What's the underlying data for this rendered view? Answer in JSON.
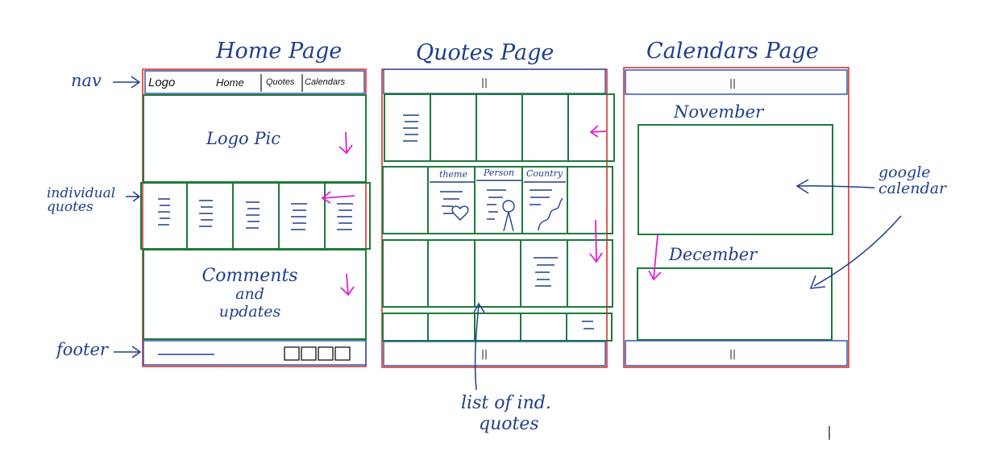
{
  "titles": {
    "home": "Home Page",
    "quotes": "Quotes Page",
    "calendars": "Calendars Page"
  },
  "annotations": {
    "nav": "nav",
    "individual_quotes_1": "individual",
    "individual_quotes_2": "quotes",
    "footer": "footer",
    "list_of_quotes_1": "list of ind.",
    "list_of_quotes_2": "quotes",
    "google_calendar_1": "google",
    "google_calendar_2": "calendar"
  },
  "home": {
    "nav_logo": "Logo",
    "nav_home": "Home",
    "nav_quotes": "Quotes",
    "nav_calendars": "Calendars",
    "logo_pic": "Logo Pic",
    "comments_1": "Comments",
    "comments_2": "and",
    "comments_3": "updates"
  },
  "quotes": {
    "nav_marker": "||",
    "footer_marker": "||",
    "tab_theme": "theme",
    "tab_person": "Person",
    "tab_country": "Country"
  },
  "calendars": {
    "nav_marker": "||",
    "footer_marker": "||",
    "november": "November",
    "december": "December"
  },
  "colors": {
    "ink": "#1f3f8a",
    "frame_red": "#e02020",
    "frame_blue": "#2f5aa8",
    "block_green": "#1d7a3a",
    "arrow_magenta": "#e020d0"
  }
}
